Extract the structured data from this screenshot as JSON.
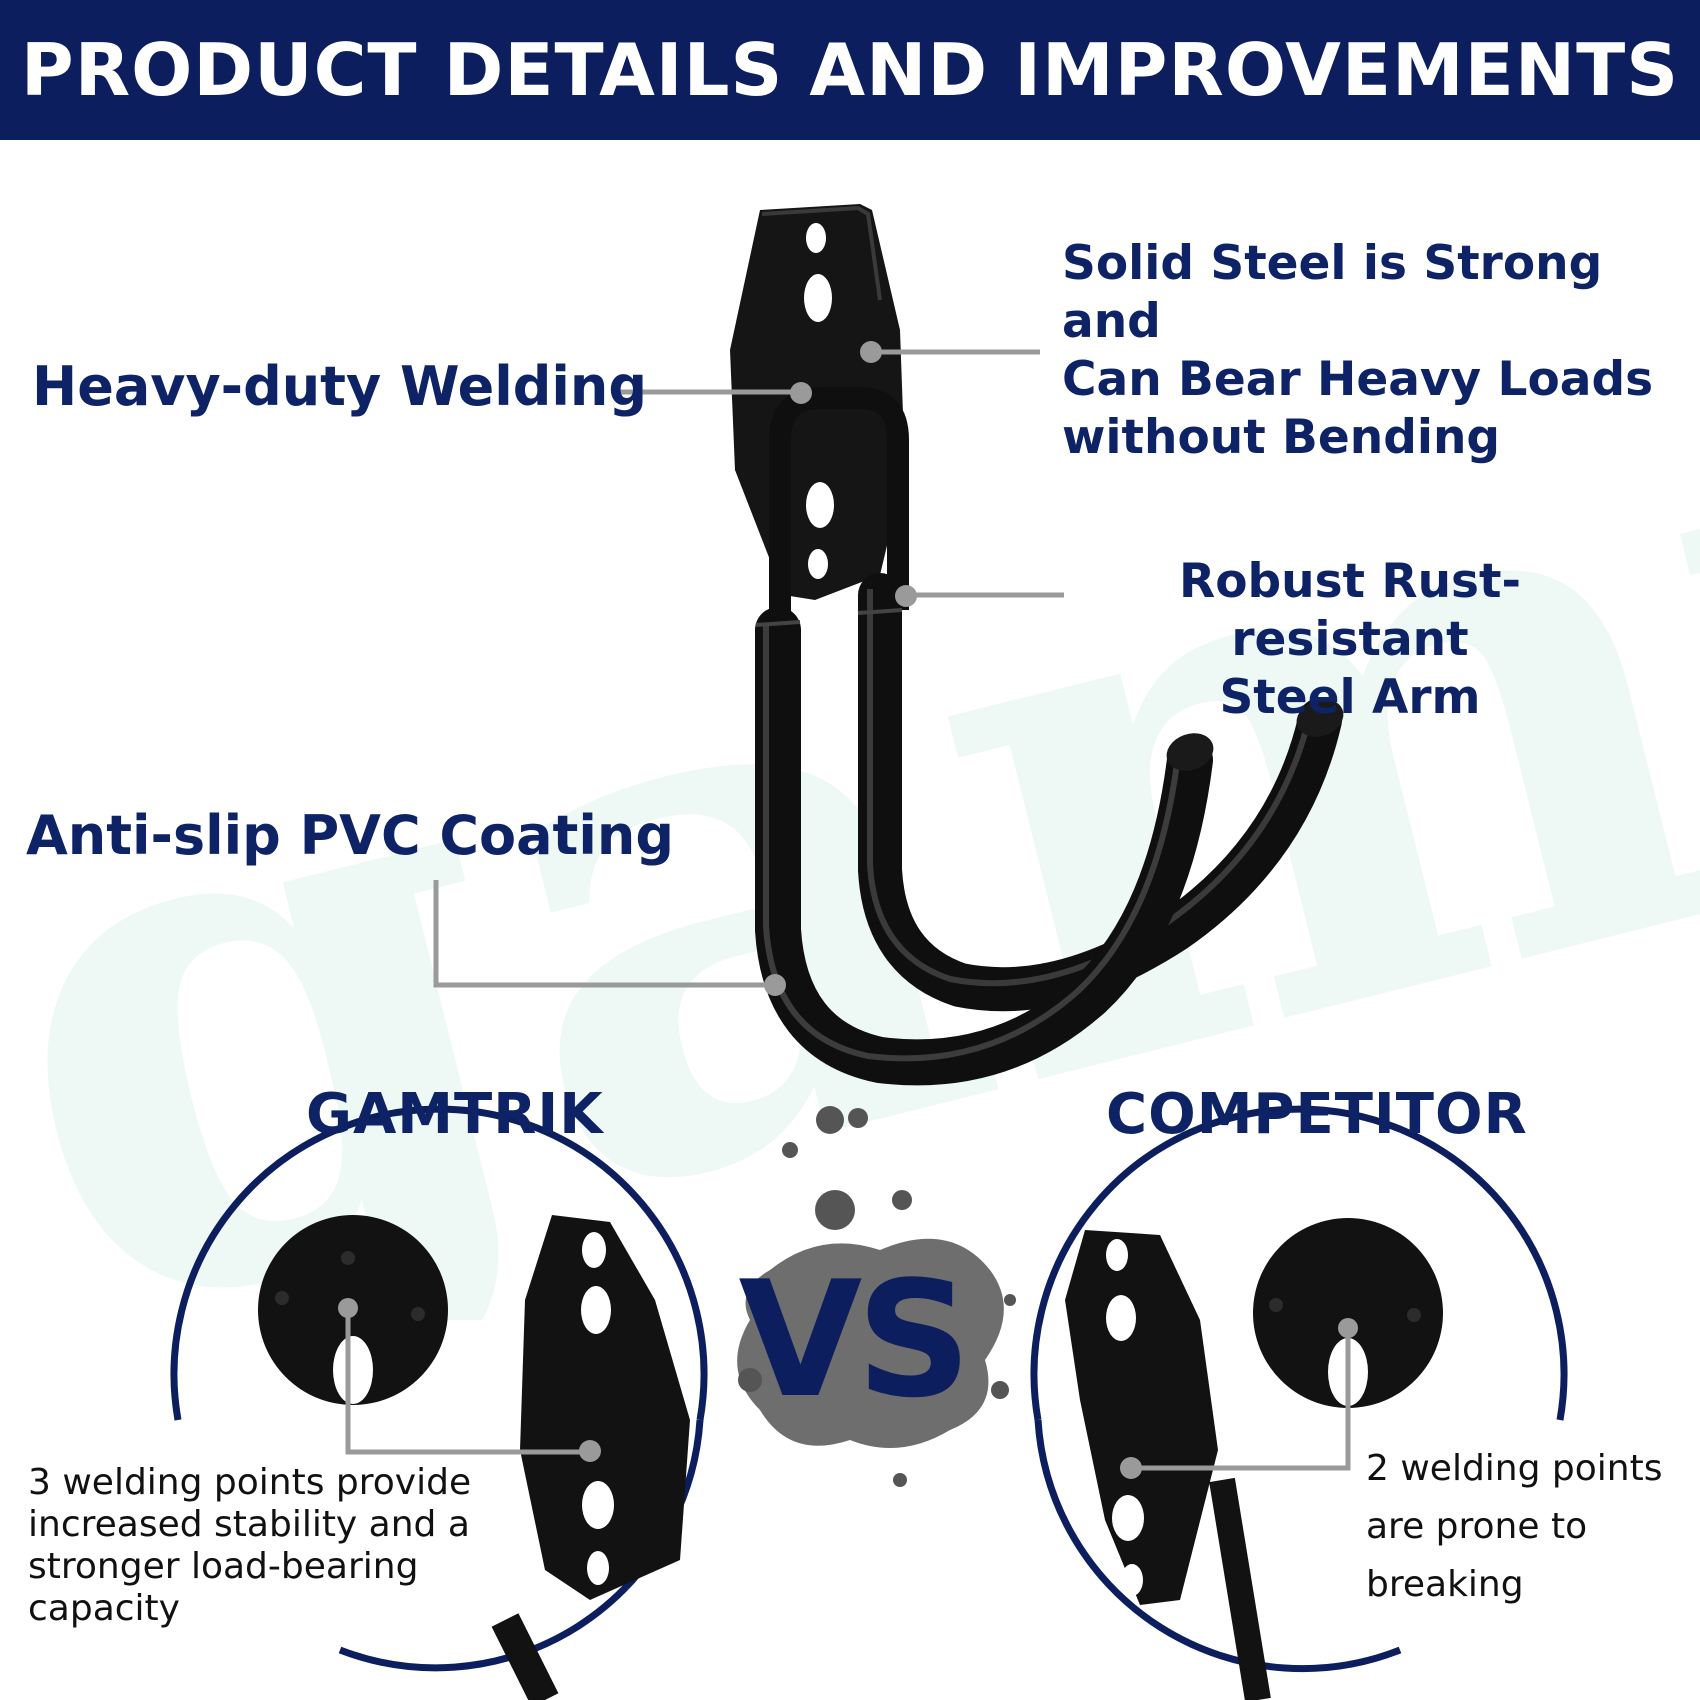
{
  "header": {
    "title": "PRODUCT DETAILS AND IMPROVEMENTS"
  },
  "watermark": {
    "text": "gamtrik"
  },
  "callouts": {
    "welding": "Heavy-duty Welding",
    "solid_steel": "Solid Steel is Strong and\nCan Bear Heavy Loads\nwithout Bending",
    "rust": "Robust Rust-resistant\nSteel Arm",
    "coating": "Anti-slip PVC Coating"
  },
  "comparison": {
    "left_label": "GAMTRIK",
    "right_label": "COMPETITOR",
    "vs": "VS",
    "left_note": "3 welding points provide\nincreased stability and a\nstronger load-bearing\ncapacity",
    "right_note": "2 welding points\nare prone to\nbreaking"
  },
  "colors": {
    "navy": "#0c1e5e",
    "text_navy": "#0e2266",
    "leader_gray": "#9a9a9a",
    "product_black": "#111111",
    "watermark": "#eef8f4"
  }
}
